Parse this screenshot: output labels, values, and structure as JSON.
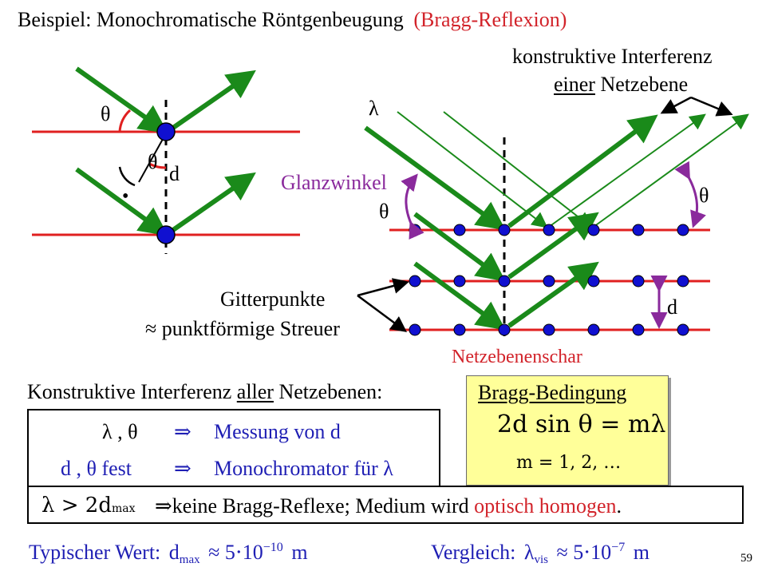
{
  "title": {
    "main": "Beispiel: Monochromatische Röntgenbeugung",
    "paren": "(Bragg-Reflexion)"
  },
  "diagram_labels": {
    "konstruktiv_line1": "konstruktive Interferenz",
    "konstruktiv_line2_underlined": "einer",
    "konstruktiv_line2_rest": "Netzebene",
    "lambda": "λ",
    "theta": "θ",
    "d": "d",
    "right_angle_dot": "•",
    "glanzwinkel": "Glanzwinkel",
    "gitterpunkte": "Gitterpunkte",
    "streuer": "≈ punktförmige Streuer",
    "netzebenenschar": "Netzebenenschar"
  },
  "konstruktiv_aller": {
    "pre": "Konstruktive Interferenz",
    "underlined": "aller",
    "post": "Netzebenen:"
  },
  "measure_box": {
    "line1_left": "λ , θ",
    "line1_arrow": "⇒",
    "line1_right": "Messung von d",
    "line2_left": "d , θ fest",
    "line2_arrow": "⇒",
    "line2_right": "Monochromator für λ"
  },
  "bragg": {
    "heading": "Bragg-Bedingung",
    "equation": "2d sin θ = mλ",
    "m_values": "m = 1, 2, …"
  },
  "homogen_box": {
    "condition": "λ > 2d",
    "subscript": "max",
    "arrow": "⇒",
    "text": "keine Bragg-Reflexe; Medium wird",
    "highlight": "optisch homogen",
    "end": "."
  },
  "typisch": {
    "label": "Typischer Wert:",
    "symbol": "d",
    "sub": "max",
    "value": "≈ 5⋅10",
    "exp": "−10",
    "unit": "m"
  },
  "vergleich": {
    "label": "Vergleich:",
    "symbol": "λ",
    "sub": "vis",
    "value": "≈ 5⋅10",
    "exp": "−7",
    "unit": "m"
  },
  "page_number": "59",
  "colors": {
    "ray_green": "#1a8a1a",
    "plane_red": "#e02020",
    "atom_blue": "#1010d0",
    "label_purple": "#8a2a9c",
    "label_blue": "#1f1fb4",
    "bragg_yellow": "#ffff99"
  }
}
